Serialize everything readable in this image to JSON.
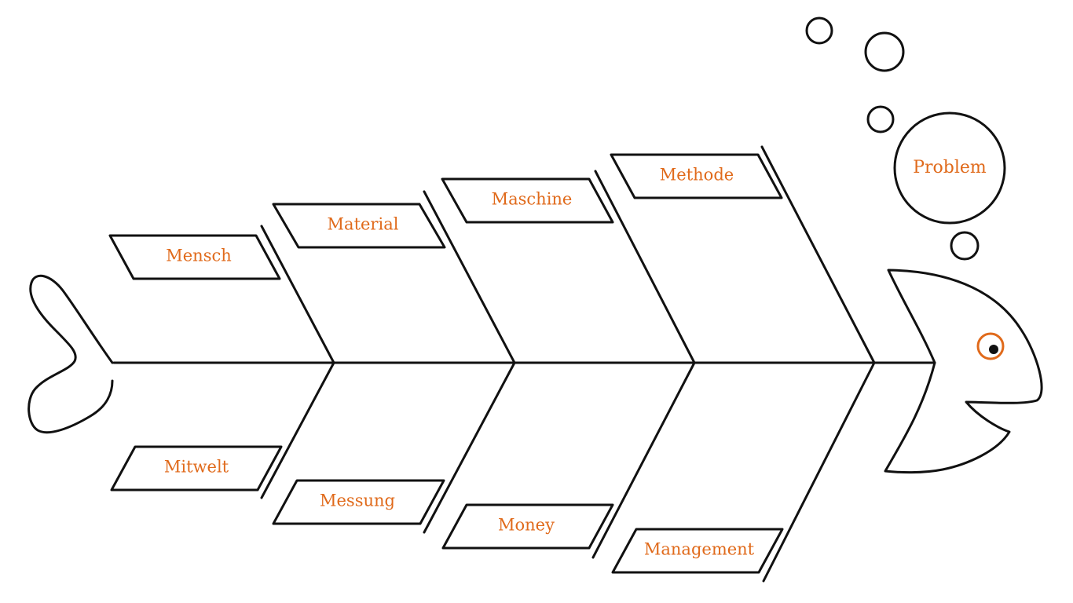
{
  "problem": "Problem",
  "categories": {
    "mensch": "Mensch",
    "material": "Material",
    "maschine": "Maschine",
    "methode": "Methode",
    "mitwelt": "Mitwelt",
    "messung": "Messung",
    "money": "Money",
    "management": "Management"
  },
  "colors": {
    "label": "#e06a1b",
    "ink": "#111111",
    "eye_ring": "#e06a1b"
  }
}
